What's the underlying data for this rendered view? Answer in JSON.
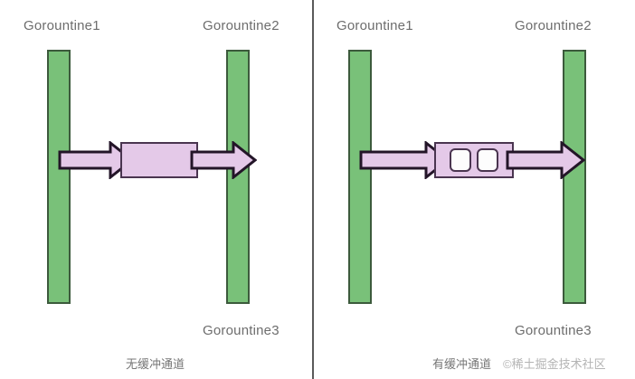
{
  "diagram": {
    "background_color": "#ffffff",
    "divider_color": "#5a5a5a",
    "goroutine_bar_color": "#79c179",
    "goroutine_bar_border_color": "#3c5a3c",
    "channel_fill_color": "#e4c9e8",
    "channel_border_color": "#4a3550",
    "arrow_fill_color": "#e4c9e8",
    "arrow_border_color": "#231528",
    "slot_fill_color": "#fdfdfd",
    "label_color": "#6d6d6d",
    "caption_color": "#767676",
    "watermark_color": "#b4b4b4"
  },
  "left_panel": {
    "labels": {
      "top_left": "Gorountine1",
      "top_right": "Gorountine2",
      "bottom_right": "Gorountine3"
    },
    "channel": {
      "kind": "unbuffered",
      "slots": []
    },
    "caption": "无缓冲通道"
  },
  "right_panel": {
    "labels": {
      "top_left": "Gorountine1",
      "top_right": "Gorountine2",
      "bottom_right": "Gorountine3"
    },
    "channel": {
      "kind": "buffered",
      "slots": [
        "slot-1",
        "slot-2"
      ]
    },
    "caption": "有缓冲通道"
  },
  "watermark": "©稀土掘金技术社区"
}
